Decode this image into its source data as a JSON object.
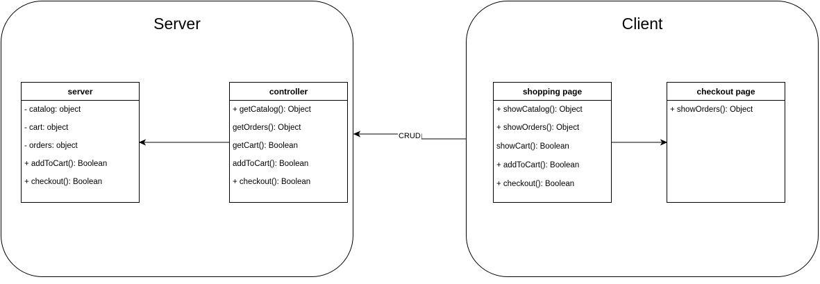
{
  "containers": {
    "server": {
      "title": "Server"
    },
    "client": {
      "title": "Client"
    }
  },
  "classes": {
    "server": {
      "name": "server",
      "members": [
        "- catalog: object",
        "- cart: object",
        "- orders: object",
        "+ addToCart(): Boolean",
        "+ checkout(): Boolean"
      ]
    },
    "controller": {
      "name": "controller",
      "members": [
        "+ getCatalog(): Object",
        "getOrders(): Object",
        "getCart(): Boolean",
        "addToCart(): Boolean",
        "+ checkout(): Boolean"
      ]
    },
    "shopping_page": {
      "name": "shopping page",
      "members": [
        "+ showCatalog(): Object",
        "+ showOrders(): Object",
        "showCart(): Boolean",
        "+ addToCart(): Boolean",
        "+ checkout(): Boolean"
      ]
    },
    "checkout_page": {
      "name": "checkout page",
      "members": [
        "+ showOrders(): Object"
      ]
    }
  },
  "edges": {
    "crud_label": "CRUD"
  }
}
